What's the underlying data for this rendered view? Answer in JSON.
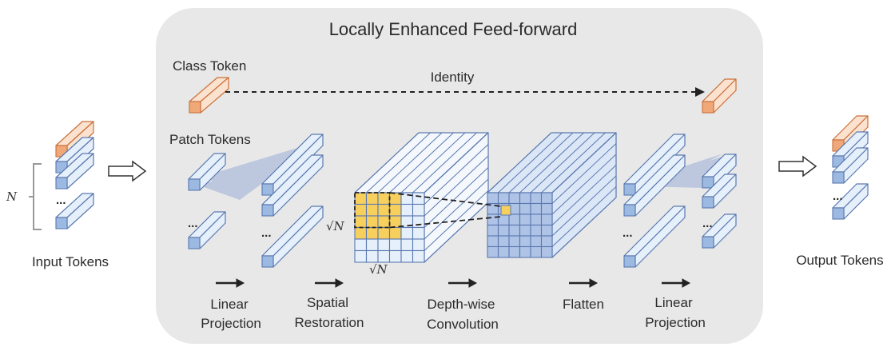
{
  "title": "Locally Enhanced Feed-forward",
  "labels": {
    "class_token": "Class Token",
    "patch_tokens": "Patch Tokens",
    "identity": "Identity",
    "input_tokens": "Input Tokens",
    "output_tokens": "Output Tokens",
    "n_symbol": "N",
    "sqrt_n": "√N",
    "dots": "..."
  },
  "steps": [
    {
      "line1": "Linear",
      "line2": "Projection"
    },
    {
      "line1": "Spatial",
      "line2": "Restoration"
    },
    {
      "line1": "Depth-wise",
      "line2": "Convolution"
    },
    {
      "line1": "Flatten",
      "line2": ""
    },
    {
      "line1": "Linear",
      "line2": "Projection"
    }
  ],
  "colors": {
    "panel": "#e8e8e8",
    "token_blue_fill": "#e6f0fb",
    "token_blue_dark": "#9cb9e1",
    "token_stroke": "#5b79b0",
    "token_orange": "#f0a878",
    "token_orange_light": "#fbe2cf",
    "token_orange_stroke": "#c9703a",
    "highlight_yellow": "#f7cf5c",
    "projection_shade": "#9aaed6"
  }
}
